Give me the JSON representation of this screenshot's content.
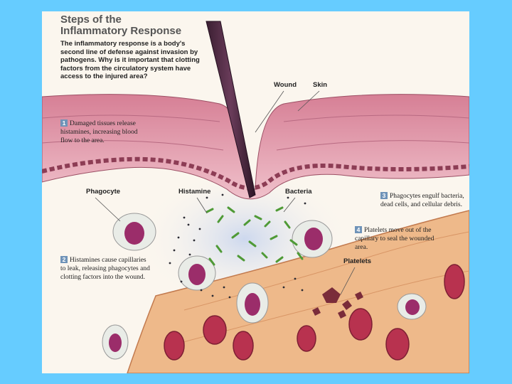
{
  "title": [
    "Steps of the",
    "Inflammatory Response"
  ],
  "intro": "The inflammatory response is a body's second line of defense against invasion by pathogens. Why is it important that clotting factors from the circulatory system have access to the injured area?",
  "steps": [
    {
      "number": "1",
      "text": "Damaged tissues release histamines, increasing blood flow to the area."
    },
    {
      "number": "2",
      "text": "Histamines cause capillaries to leak, releasing phagocytes and clotting factors into the wound."
    },
    {
      "number": "3",
      "text": "Phagocytes engulf bacteria, dead cells, and cellular debris."
    },
    {
      "number": "4",
      "text": "Platelets move out of the capillary to seal the wounded area."
    }
  ],
  "labels": {
    "wound": "Wound",
    "skin": "Skin",
    "phagocyte": "Phagocyte",
    "histamine": "Histamine",
    "bacteria": "Bacteria",
    "platelets": "Platelets"
  },
  "colors": {
    "background": "#66ccff",
    "skin": "#e8a6b4",
    "capillary": "#eeb98a",
    "red_blood_cell": "#b8324f",
    "bacteria": "#4f9a36"
  }
}
